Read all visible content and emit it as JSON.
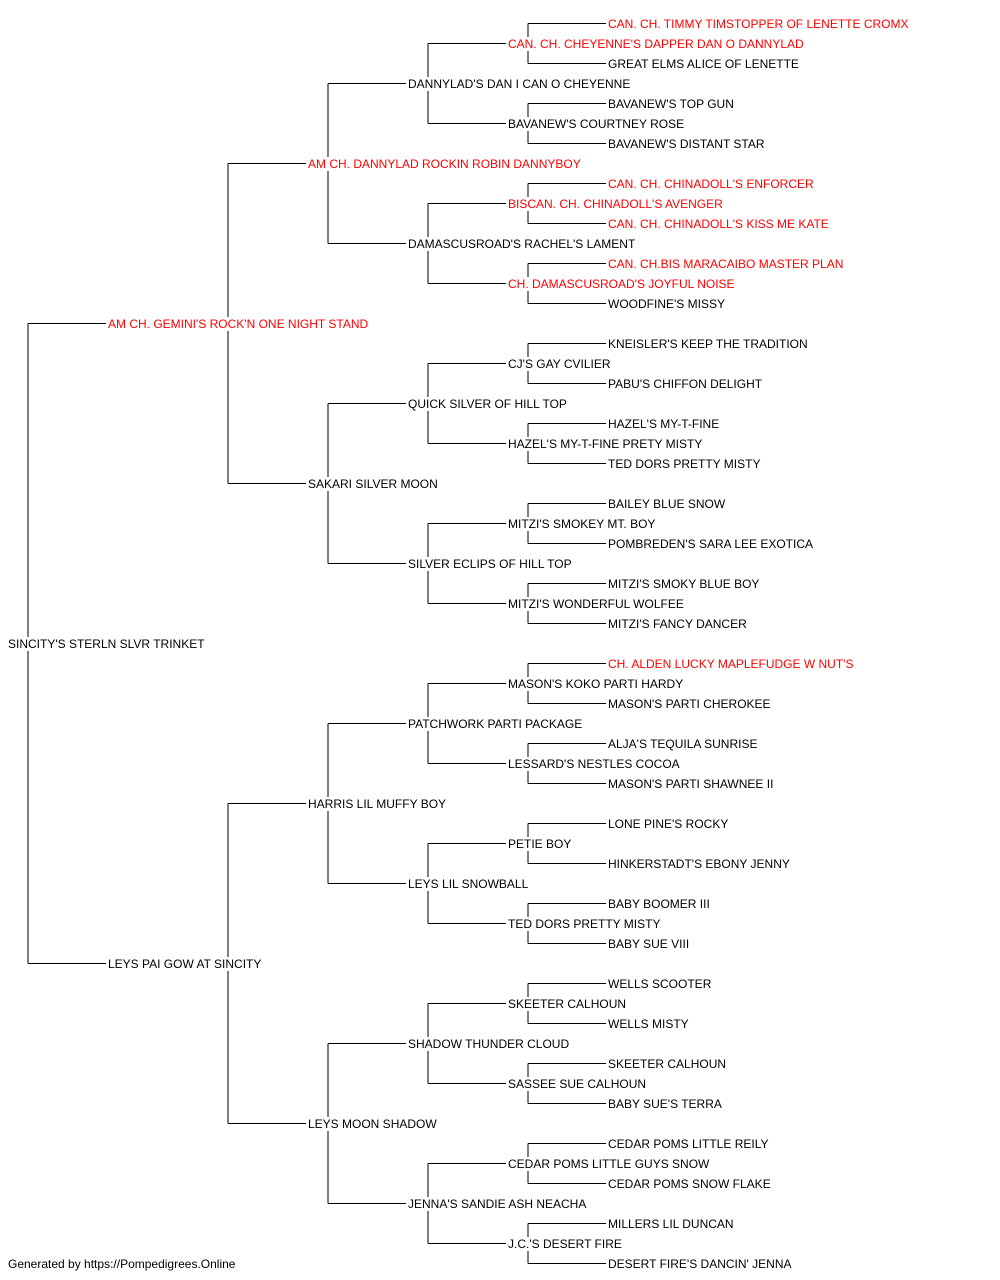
{
  "pedigree": {
    "dog": {
      "name": "SINCITY'S STERLN SLVR TRINKET",
      "sire": {
        "name": "AM CH. GEMINI'S ROCK'N ONE NIGHT STAND",
        "titled": true,
        "sire": {
          "name": "AM CH. DANNYLAD ROCKIN ROBIN DANNYBOY",
          "titled": true,
          "sire": {
            "name": "DANNYLAD'S DAN I CAN O CHEYENNE",
            "sire": {
              "name": "CAN. CH. CHEYENNE'S DAPPER DAN O DANNYLAD",
              "titled": true,
              "sire": {
                "name": "CAN. CH. TIMMY TIMSTOPPER OF LENETTE CROMX",
                "titled": true
              },
              "dam": {
                "name": "GREAT ELMS ALICE OF LENETTE"
              }
            },
            "dam": {
              "name": "BAVANEW'S COURTNEY ROSE",
              "sire": {
                "name": "BAVANEW'S TOP GUN"
              },
              "dam": {
                "name": "BAVANEW'S DISTANT STAR"
              }
            }
          },
          "dam": {
            "name": "DAMASCUSROAD'S RACHEL'S LAMENT",
            "sire": {
              "name": "BISCAN. CH. CHINADOLL'S AVENGER",
              "titled": true,
              "sire": {
                "name": "CAN. CH. CHINADOLL'S ENFORCER",
                "titled": true
              },
              "dam": {
                "name": "CAN. CH. CHINADOLL'S KISS ME KATE",
                "titled": true
              }
            },
            "dam": {
              "name": "CH. DAMASCUSROAD'S JOYFUL NOISE",
              "titled": true,
              "sire": {
                "name": "CAN. CH.BIS MARACAIBO MASTER PLAN",
                "titled": true
              },
              "dam": {
                "name": "WOODFINE'S MISSY"
              }
            }
          }
        },
        "dam": {
          "name": "SAKARI SILVER MOON",
          "sire": {
            "name": "QUICK SILVER OF HILL TOP",
            "sire": {
              "name": "CJ'S GAY CVILIER",
              "sire": {
                "name": "KNEISLER'S KEEP THE TRADITION"
              },
              "dam": {
                "name": "PABU'S CHIFFON DELIGHT"
              }
            },
            "dam": {
              "name": "HAZEL'S MY-T-FINE PRETY MISTY",
              "sire": {
                "name": "HAZEL'S MY-T-FINE"
              },
              "dam": {
                "name": "TED DORS PRETTY MISTY"
              }
            }
          },
          "dam": {
            "name": "SILVER ECLIPS OF HILL TOP",
            "sire": {
              "name": "MITZI'S SMOKEY MT. BOY",
              "sire": {
                "name": "BAILEY BLUE SNOW"
              },
              "dam": {
                "name": "POMBREDEN'S SARA LEE EXOTICA"
              }
            },
            "dam": {
              "name": "MITZI'S WONDERFUL WOLFEE",
              "sire": {
                "name": "MITZI'S SMOKY BLUE BOY"
              },
              "dam": {
                "name": "MITZI'S FANCY DANCER"
              }
            }
          }
        }
      },
      "dam": {
        "name": "LEYS PAI GOW AT SINCITY",
        "sire": {
          "name": "HARRIS LIL MUFFY BOY",
          "sire": {
            "name": "PATCHWORK PARTI PACKAGE",
            "sire": {
              "name": "MASON'S KOKO PARTI HARDY",
              "sire": {
                "name": "CH. ALDEN LUCKY MAPLEFUDGE W NUT'S",
                "titled": true
              },
              "dam": {
                "name": "MASON'S PARTI CHEROKEE"
              }
            },
            "dam": {
              "name": "LESSARD'S NESTLES COCOA",
              "sire": {
                "name": "ALJA'S TEQUILA SUNRISE"
              },
              "dam": {
                "name": "MASON'S PARTI SHAWNEE II"
              }
            }
          },
          "dam": {
            "name": "LEYS LIL SNOWBALL",
            "sire": {
              "name": "PETIE BOY",
              "sire": {
                "name": "LONE PINE'S ROCKY"
              },
              "dam": {
                "name": "HINKERSTADT'S EBONY JENNY"
              }
            },
            "dam": {
              "name": "TED DORS PRETTY MISTY",
              "sire": {
                "name": "BABY BOOMER III"
              },
              "dam": {
                "name": "BABY SUE VIII"
              }
            }
          }
        },
        "dam": {
          "name": "LEYS MOON SHADOW",
          "sire": {
            "name": "SHADOW THUNDER CLOUD",
            "sire": {
              "name": "SKEETER CALHOUN",
              "sire": {
                "name": "WELLS SCOOTER"
              },
              "dam": {
                "name": "WELLS MISTY"
              }
            },
            "dam": {
              "name": "SASSEE SUE CALHOUN",
              "sire": {
                "name": "SKEETER CALHOUN"
              },
              "dam": {
                "name": "BABY SUE'S TERRA"
              }
            }
          },
          "dam": {
            "name": "JENNA'S SANDIE ASH NEACHA",
            "sire": {
              "name": "CEDAR POMS LITTLE GUYS SNOW",
              "sire": {
                "name": "CEDAR POMS LITTLE REILY"
              },
              "dam": {
                "name": "CEDAR POMS SNOW FLAKE"
              }
            },
            "dam": {
              "name": "J.C.'S DESERT FIRE",
              "sire": {
                "name": "MILLERS LIL DUNCAN"
              },
              "dam": {
                "name": "DESERT FIRE'S DANCIN' JENNA"
              }
            }
          }
        }
      }
    }
  },
  "footer": "Generated by https://Pompedigrees.Online",
  "colors": {
    "titled": "#ff0000",
    "text": "#000000",
    "line": "#000000"
  }
}
